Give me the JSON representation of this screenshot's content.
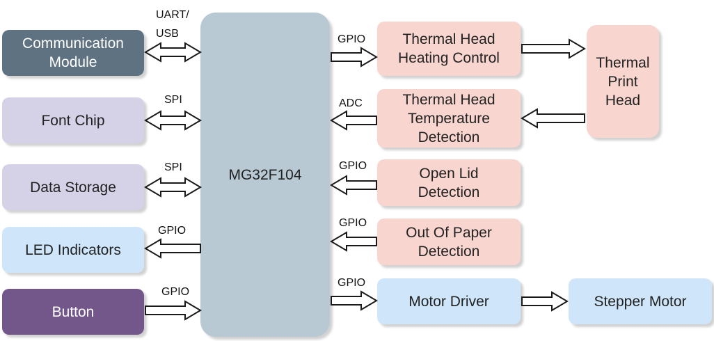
{
  "colors": {
    "dark_slate": "#5f7282",
    "lavender": "#d5d1e6",
    "light_blue": "#cfe6fa",
    "purple": "#73578a",
    "mcu": "#b8c9d4",
    "pink": "#f8d5cf"
  },
  "mcu": {
    "label": "MG32F104"
  },
  "left_blocks": [
    {
      "label": "Communication\nModule",
      "bus": "UART/\nUSB",
      "direction": "bidirectional"
    },
    {
      "label": "Font Chip",
      "bus": "SPI",
      "direction": "bidirectional"
    },
    {
      "label": "Data Storage",
      "bus": "SPI",
      "direction": "bidirectional"
    },
    {
      "label": "LED Indicators",
      "bus": "GPIO",
      "direction": "to-block"
    },
    {
      "label": "Button",
      "bus": "GPIO",
      "direction": "to-mcu"
    }
  ],
  "right_blocks": [
    {
      "label": "Thermal Head\nHeating Control",
      "bus": "GPIO",
      "direction": "to-block"
    },
    {
      "label": "Thermal Head\nTemperature\nDetection",
      "bus": "ADC",
      "direction": "to-mcu"
    },
    {
      "label": "Open Lid\nDetection",
      "bus": "GPIO",
      "direction": "to-mcu"
    },
    {
      "label": "Out Of Paper\nDetection",
      "bus": "GPIO",
      "direction": "to-mcu"
    },
    {
      "label": "Motor Driver",
      "bus": "GPIO",
      "direction": "to-block"
    }
  ],
  "far_right_blocks": [
    {
      "label": "Thermal\nPrint\nHead"
    },
    {
      "label": "Stepper Motor"
    }
  ]
}
